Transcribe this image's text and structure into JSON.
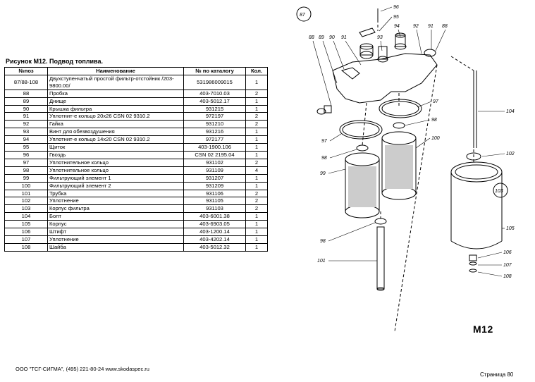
{
  "title": "Рисунок М12.  Подвод топлива.",
  "table": {
    "headers": [
      "№поз",
      "Наименование",
      "№ по каталогу",
      "Кол."
    ],
    "rows": [
      {
        "pos": "87/88-108",
        "name": "Двухступенчатый простой фильтр-отстойник /203-9800.00/",
        "cat": "531986009015",
        "qty": "1"
      },
      {
        "pos": "88",
        "name": "Пробка",
        "cat": "403-7010.03",
        "qty": "2"
      },
      {
        "pos": "89",
        "name": "Днище",
        "cat": "403-5012.17",
        "qty": "1"
      },
      {
        "pos": "90",
        "name": "Крышка фильтра",
        "cat": "931215",
        "qty": "1"
      },
      {
        "pos": "91",
        "name": "Уплотнит-е кольцо 20x26  CSN 02 9310.2",
        "cat": "972197",
        "qty": "2"
      },
      {
        "pos": "92",
        "name": "Гайка",
        "cat": "931210",
        "qty": "2"
      },
      {
        "pos": "93",
        "name": "Винт для обезвоздушения",
        "cat": "931216",
        "qty": "1"
      },
      {
        "pos": "94",
        "name": "Уплотнит-е кольцо 14x20  CSN 02 9310.2",
        "cat": "972177",
        "qty": "1"
      },
      {
        "pos": "95",
        "name": "Щиток",
        "cat": "403-1900.106",
        "qty": "1"
      },
      {
        "pos": "96",
        "name": "Гвоздь",
        "cat": "CSN 02 2195.04",
        "qty": "1"
      },
      {
        "pos": "97",
        "name": "Уплотнительное кольцо",
        "cat": "931102",
        "qty": "2"
      },
      {
        "pos": "98",
        "name": "Уплотнительное кольцо",
        "cat": "931109",
        "qty": "4"
      },
      {
        "pos": "99",
        "name": "Фильтрующий элемент 1",
        "cat": "931207",
        "qty": "1"
      },
      {
        "pos": "100",
        "name": "Фильтрующий элемент 2",
        "cat": "931209",
        "qty": "1"
      },
      {
        "pos": "101",
        "name": "Трубка",
        "cat": "931106",
        "qty": "2"
      },
      {
        "pos": "102",
        "name": "Уплотнение",
        "cat": "931105",
        "qty": "2"
      },
      {
        "pos": "103",
        "name": "Корпус фильтра",
        "cat": "931103",
        "qty": "2"
      },
      {
        "pos": "104",
        "name": "Болт",
        "cat": "403-6001.38",
        "qty": "1"
      },
      {
        "pos": "105",
        "name": "Корпус",
        "cat": "403-6903.05",
        "qty": "1"
      },
      {
        "pos": "106",
        "name": "Штифт",
        "cat": "403-1200.14",
        "qty": "1"
      },
      {
        "pos": "107",
        "name": "Уплотнение",
        "cat": "403-4202.14",
        "qty": "1"
      },
      {
        "pos": "108",
        "name": "Шайба",
        "cat": "403-5012.32",
        "qty": "1"
      }
    ]
  },
  "drawing": {
    "code": "M12",
    "callouts": {
      "c87": "87",
      "c88a": "88",
      "c89": "89",
      "c90": "90",
      "c91a": "91",
      "c93": "93",
      "c94": "94",
      "c92": "92",
      "c91b": "91",
      "c88b": "88",
      "c96": "96",
      "c95": "95",
      "c97a": "97",
      "c98a": "98",
      "c97b": "97",
      "c98b": "98",
      "c100": "100",
      "c99": "99",
      "c104": "104",
      "c102": "102",
      "c103": "103",
      "c98c": "98",
      "c101": "101",
      "c105": "105",
      "c106": "106",
      "c107": "107",
      "c108": "108"
    }
  },
  "footer": "ООО \"ТСГ-СИГМА\", (495) 221-80-24 www.skodaspec.ru",
  "page": "Страница 80"
}
